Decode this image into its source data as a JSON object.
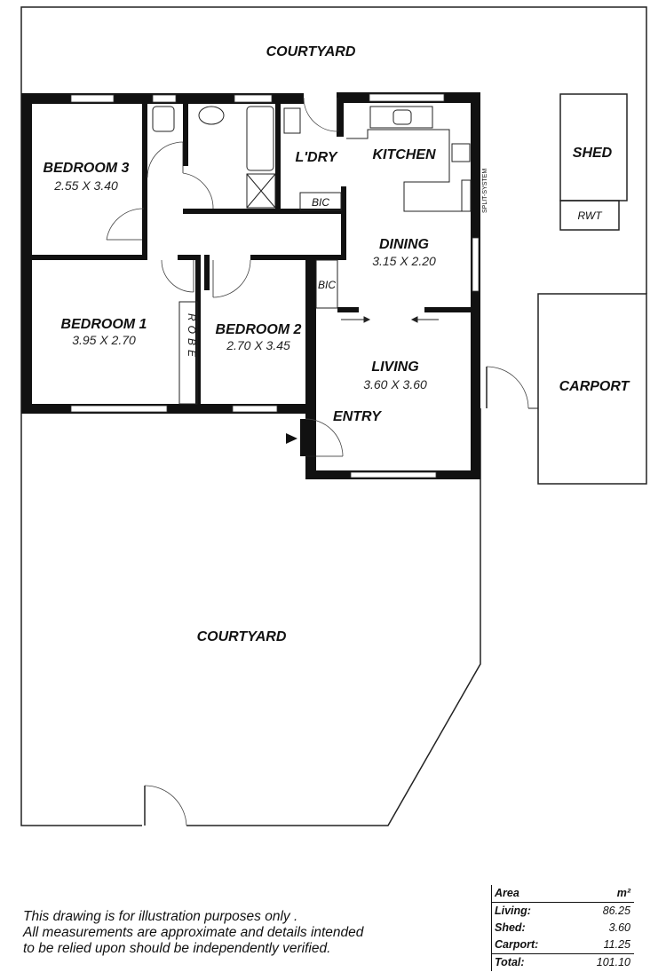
{
  "rooms": {
    "courtyard_top": {
      "name": "COURTYARD"
    },
    "courtyard_bottom": {
      "name": "COURTYARD"
    },
    "bedroom3": {
      "name": "BEDROOM 3",
      "size": "2.55 X 3.40"
    },
    "bedroom1": {
      "name": "BEDROOM 1",
      "size": "3.95 X 2.70"
    },
    "bedroom2": {
      "name": "BEDROOM 2",
      "size": "2.70 X 3.45"
    },
    "laundry": {
      "name": "L'DRY"
    },
    "kitchen": {
      "name": "KITCHEN"
    },
    "dining": {
      "name": "DINING",
      "size": "3.15 X 2.20"
    },
    "living": {
      "name": "LIVING",
      "size": "3.60 X 3.60"
    },
    "entry": {
      "name": "ENTRY"
    },
    "shed": {
      "name": "SHED"
    },
    "rwt": {
      "name": "RWT"
    },
    "carport": {
      "name": "CARPORT"
    },
    "bic1": {
      "name": "BIC"
    },
    "bic2": {
      "name": "BIC"
    },
    "robe": {
      "name": "ROBE"
    },
    "split_system": {
      "name": "SPLIT-SYSTEM"
    }
  },
  "disclaimer": {
    "line1": "This drawing is for illustration purposes only .",
    "line2": "All measurements are approximate and details intended",
    "line3": "to be relied upon should be independently verified."
  },
  "area_table": {
    "header_label": "Area",
    "header_unit": "m²",
    "rows": [
      {
        "label": "Living:",
        "value": "86.25"
      },
      {
        "label": "Shed:",
        "value": "3.60"
      },
      {
        "label": "Carport:",
        "value": "11.25"
      }
    ],
    "total": {
      "label": "Total:",
      "value": "101.10"
    }
  }
}
